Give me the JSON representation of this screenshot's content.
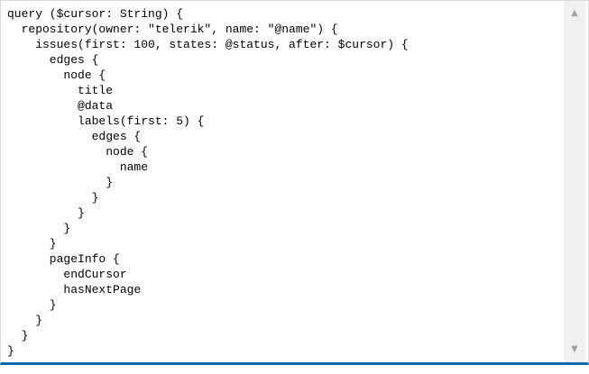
{
  "editor": {
    "lines": [
      "query ($cursor: String) {",
      "  repository(owner: \"telerik\", name: \"@name\") {",
      "    issues(first: 100, states: @status, after: $cursor) {",
      "      edges {",
      "        node {",
      "          title",
      "          @data",
      "          labels(first: 5) {",
      "            edges {",
      "              node {",
      "                name",
      "              }",
      "            }",
      "          }",
      "        }",
      "      }",
      "      pageInfo {",
      "        endCursor",
      "        hasNextPage",
      "      }",
      "    }",
      "  }",
      "}"
    ]
  },
  "scrollbar": {
    "up_arrow_icon": "▲",
    "down_arrow_icon": "▼"
  },
  "colors": {
    "text": "#000000",
    "background": "#ffffff",
    "border": "#d9d9d9",
    "focus_bottom_border": "#0d6ab2",
    "scrollbar_track": "#f0f0f0",
    "scrollbar_arrow": "#a3a3a3"
  }
}
